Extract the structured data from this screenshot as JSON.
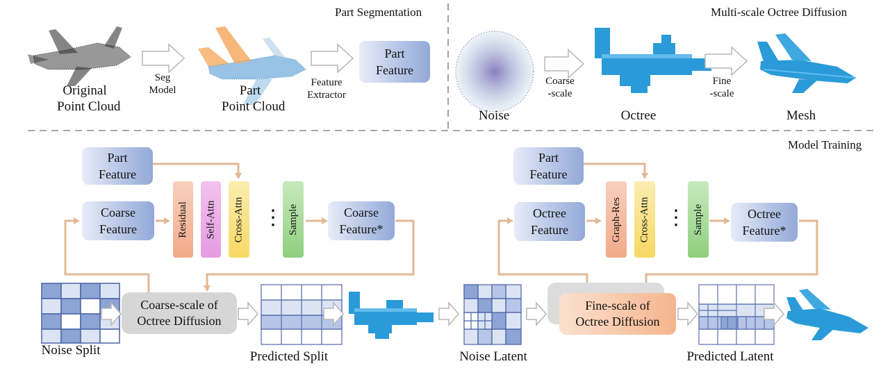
{
  "sections": {
    "part_segmentation": "Part Segmentation",
    "multi_scale": "Multi-scale Octree Diffusion",
    "model_training": "Model Training"
  },
  "top_left": {
    "original_point_cloud": [
      "Original",
      "Point Cloud"
    ],
    "seg_model": [
      "Seg",
      "Model"
    ],
    "part_point_cloud": [
      "Part",
      "Point Cloud"
    ],
    "feature_extractor": [
      "Feature",
      "Extractor"
    ],
    "part_feature": [
      "Part",
      "Feature"
    ]
  },
  "top_right": {
    "noise": "Noise",
    "coarse_scale": [
      "Coarse",
      "-scale"
    ],
    "octree": "Octree",
    "fine_scale": [
      "Fine",
      "-scale"
    ],
    "mesh": "Mesh"
  },
  "bottom_left": {
    "part_feature": [
      "Part",
      "Feature"
    ],
    "coarse_feature": [
      "Coarse",
      "Feature"
    ],
    "residual": "Residual",
    "self_attn": "Self-Attn",
    "cross_attn": "Cross-Attn",
    "dots": "⋮",
    "sample": "Sample",
    "coarse_feature_star": [
      "Coarse",
      "Feature*"
    ],
    "coarse_diffusion": [
      "Coarse-scale of",
      "Octree Diffusion"
    ],
    "noise_split": "Noise Split",
    "predicted_split": "Predicted Split"
  },
  "bottom_right": {
    "part_feature": [
      "Part",
      "Feature"
    ],
    "octree_feature": [
      "Octree",
      "Feature"
    ],
    "graph_res": "Graph-Res",
    "cross_attn": "Cross-Attn",
    "dots": "⋮",
    "sample": "Sample",
    "octree_feature_star": [
      "Octree",
      "Feature*"
    ],
    "fine_diffusion": [
      "Fine-scale of",
      "Octree Diffusion"
    ],
    "noise_latent": "Noise Latent",
    "predicted_latent": "Predicted Latent"
  },
  "colors": {
    "connector": "#e2b896",
    "feature_box": "#9fb3dd",
    "residual": "#f2a98a",
    "self_attn": "#e59be0",
    "cross_attn": "#f7e074",
    "sample": "#8fcf7e",
    "graph_res": "#f2a98a",
    "grid_dark": "#8da4d4",
    "grid_light": "#dce4f3",
    "octree_blue": "#2a9bd8",
    "dashed_line": "#888888"
  },
  "icons": [
    "airplane-point-cloud-icon",
    "airplane-part-cloud-icon",
    "noise-cloud-icon",
    "airplane-octree-icon",
    "airplane-mesh-icon",
    "hollow-arrow-icon"
  ]
}
